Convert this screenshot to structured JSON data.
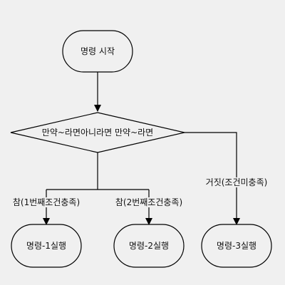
{
  "diagram": {
    "start": {
      "label": "명령 시작"
    },
    "decision": {
      "label": "만약~라면아니라면 만약~라면"
    },
    "branches": [
      {
        "condition": "참(1번째조건충족)",
        "action": "명령-1실행"
      },
      {
        "condition": "참(2번째조건충족)",
        "action": "명령-2실행"
      },
      {
        "condition": "거짓(조건미충족)",
        "action": "명령-3실행"
      }
    ]
  }
}
